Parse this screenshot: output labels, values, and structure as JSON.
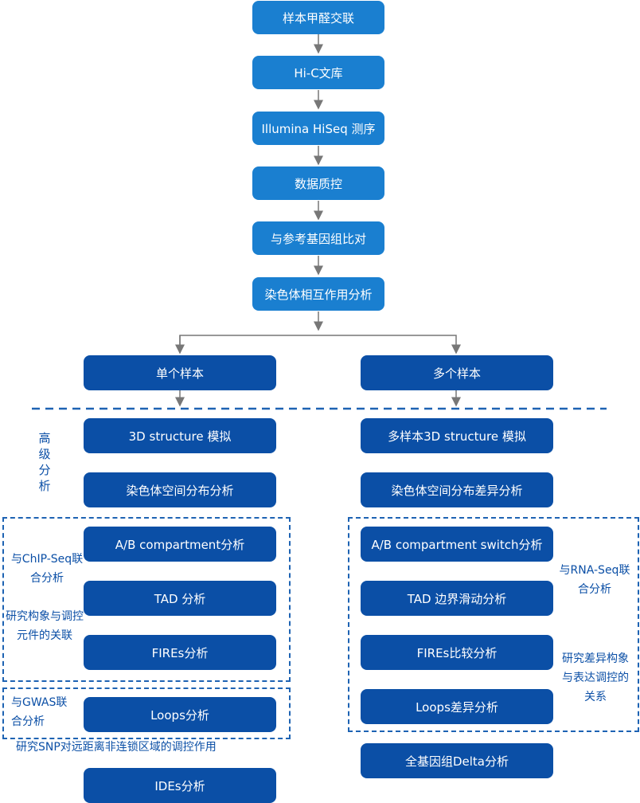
{
  "flow": {
    "crosslink": "样本甲醛交联",
    "library": "Hi-C文库",
    "sequencing": "Illumina HiSeq 测序",
    "qc": "数据质控",
    "alignment": "与参考基因组比对",
    "interaction": "染色体相互作用分析"
  },
  "branches": {
    "single": "单个样本",
    "multi": "多个样本"
  },
  "advanced_label": "高级分析",
  "single_items": [
    "3D structure 模拟",
    "染色体空间分布分析",
    "A/B compartment分析",
    "TAD 分析",
    "FIREs分析",
    "Loops分析",
    "IDEs分析"
  ],
  "multi_items": [
    "多样本3D structure 模拟",
    "染色体空间分布差异分析",
    "A/B compartment switch分析",
    "TAD 边界滑动分析",
    "FIREs比较分析",
    "Loops差异分析",
    "全基因组Delta分析"
  ],
  "notes": {
    "chip_seq": "与ChIP-Seq联合分析",
    "conformation": "研究构象与调控元件的关联",
    "gwas": "与GWAS联合分析",
    "snp": "研究SNP对远距离非连锁区域的调控作用",
    "rna_seq": "与RNA-Seq联合分析",
    "difference": "研究差异构象与表达调控的关系"
  },
  "colors": {
    "top_box": "#1a7fd0",
    "branch_box": "#0b4fa6",
    "arrow": "#777777",
    "dashed": "#1e63b3"
  }
}
